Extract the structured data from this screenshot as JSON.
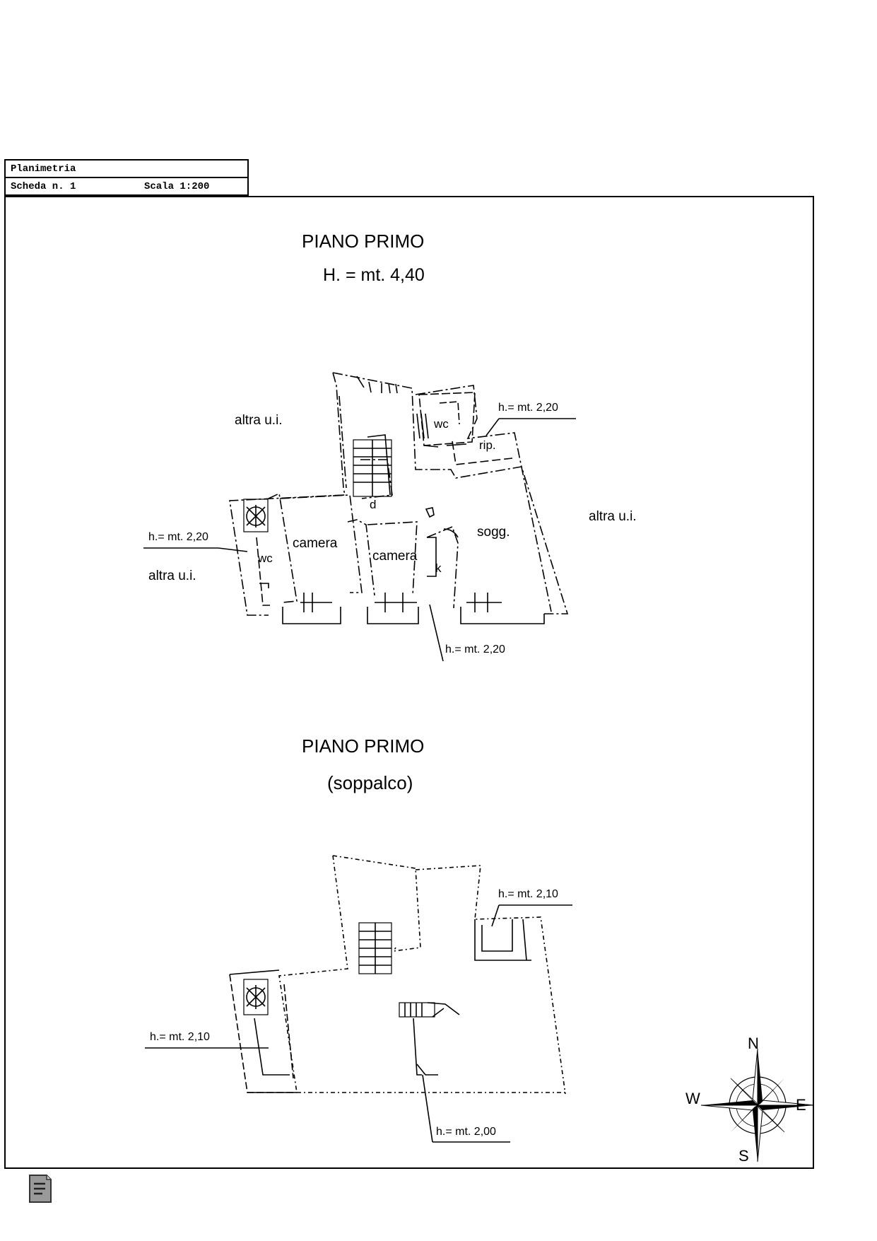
{
  "title_block": {
    "title": "Planimetria",
    "sheet": "Scheda n. 1",
    "scale": "Scala 1:200"
  },
  "plan_first_floor": {
    "title": "PIANO PRIMO",
    "height_label": "H. = mt. 4,40",
    "rooms": {
      "wc_upper": "wc",
      "rip": "rip.",
      "d": "d",
      "camera_left": "camera",
      "camera_center": "camera",
      "sogg": "sogg.",
      "k": "k",
      "wc_left": "wc"
    },
    "neighbours": {
      "top_left": "altra u.i.",
      "right": "altra u.i.",
      "bottom_left": "altra u.i."
    },
    "height_notes": {
      "upper_right": "h.= mt. 2,20",
      "left": "h.= mt. 2,20",
      "bottom": "h.= mt. 2,20"
    }
  },
  "plan_mezzanine": {
    "title": "PIANO PRIMO",
    "subtitle": "(soppalco)",
    "height_notes": {
      "upper_right": "h.= mt. 2,10",
      "left": "h.= mt. 2,10",
      "bottom": "h.= mt. 2,00"
    }
  },
  "compass": {
    "north": "N",
    "east": "E",
    "south": "S",
    "west": "W"
  },
  "icons": {
    "document": "document-icon",
    "compass": "compass-rose-icon"
  }
}
